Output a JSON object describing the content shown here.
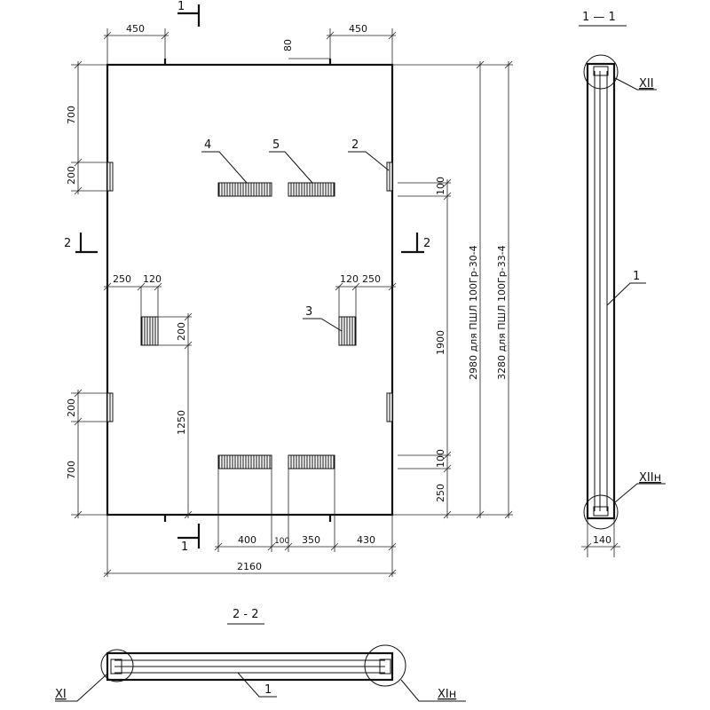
{
  "section_marks": {
    "s1": "1",
    "s2": "2",
    "title_1_1": "1 — 1",
    "title_2_2": "2 - 2"
  },
  "dims": {
    "top_left_450": "450",
    "top_right_450": "450",
    "top_80": "80",
    "left_700_top": "700",
    "left_200_top": "200",
    "left_200_bottom": "200",
    "left_700_bottom": "700",
    "mid_250_left": "250",
    "mid_120_left": "120",
    "mid_120_right": "120",
    "mid_250_right": "250",
    "inner_200": "200",
    "inner_1250": "1250",
    "right_100_top": "100",
    "right_100_bottom": "100",
    "right_250": "250",
    "right_1900": "1900",
    "right_2980_text": "2980  для  ПШЛ 100Гр-30-4",
    "right_3280_text": "3280  для  ПШЛ 100Гр-33-4",
    "bottom_400": "400",
    "bottom_100": "100",
    "bottom_350": "350",
    "bottom_430": "430",
    "bottom_2160": "2160",
    "side_140": "140"
  },
  "callouts": {
    "c1": "1",
    "c2": "2",
    "c3": "3",
    "c4": "4",
    "c5": "5",
    "xii": "XII",
    "xii_n": "XIIн",
    "xi": "XI",
    "xi_n": "XIн",
    "c1_bottom": "1"
  }
}
